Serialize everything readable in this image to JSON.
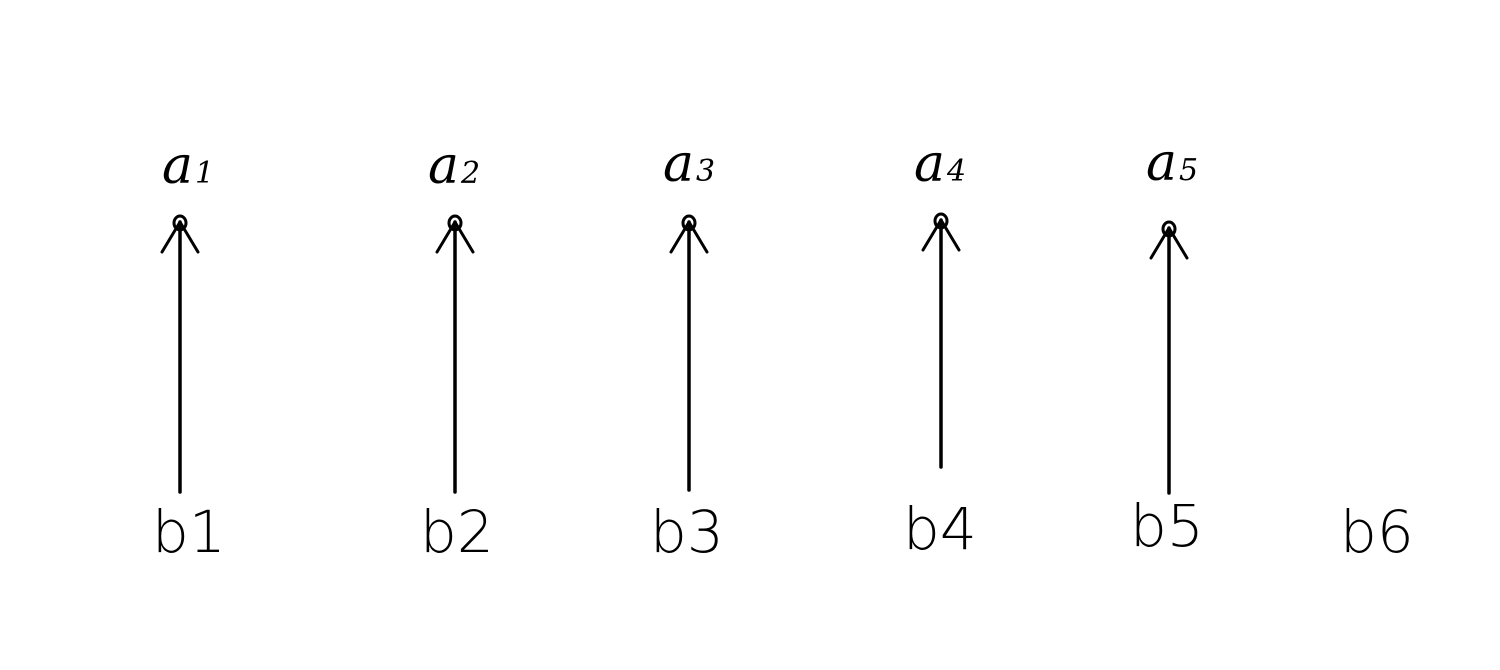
{
  "diagram": {
    "top_nodes": [
      {
        "letter": "a",
        "index": "1"
      },
      {
        "letter": "a",
        "index": "2"
      },
      {
        "letter": "a",
        "index": "3"
      },
      {
        "letter": "a",
        "index": "4"
      },
      {
        "letter": "a",
        "index": "5"
      }
    ],
    "bottom_nodes": [
      {
        "label": "b1"
      },
      {
        "label": "b2"
      },
      {
        "label": "b3"
      },
      {
        "label": "b4"
      },
      {
        "label": "b5"
      },
      {
        "label": "b6"
      }
    ],
    "arrows": [
      {
        "from": "b1",
        "to": "a1"
      },
      {
        "from": "b2",
        "to": "a2"
      },
      {
        "from": "b3",
        "to": "a3"
      },
      {
        "from": "b4",
        "to": "a4"
      },
      {
        "from": "b5",
        "to": "a5"
      }
    ],
    "colors": {
      "ink": "#000000",
      "background": "#ffffff"
    }
  }
}
